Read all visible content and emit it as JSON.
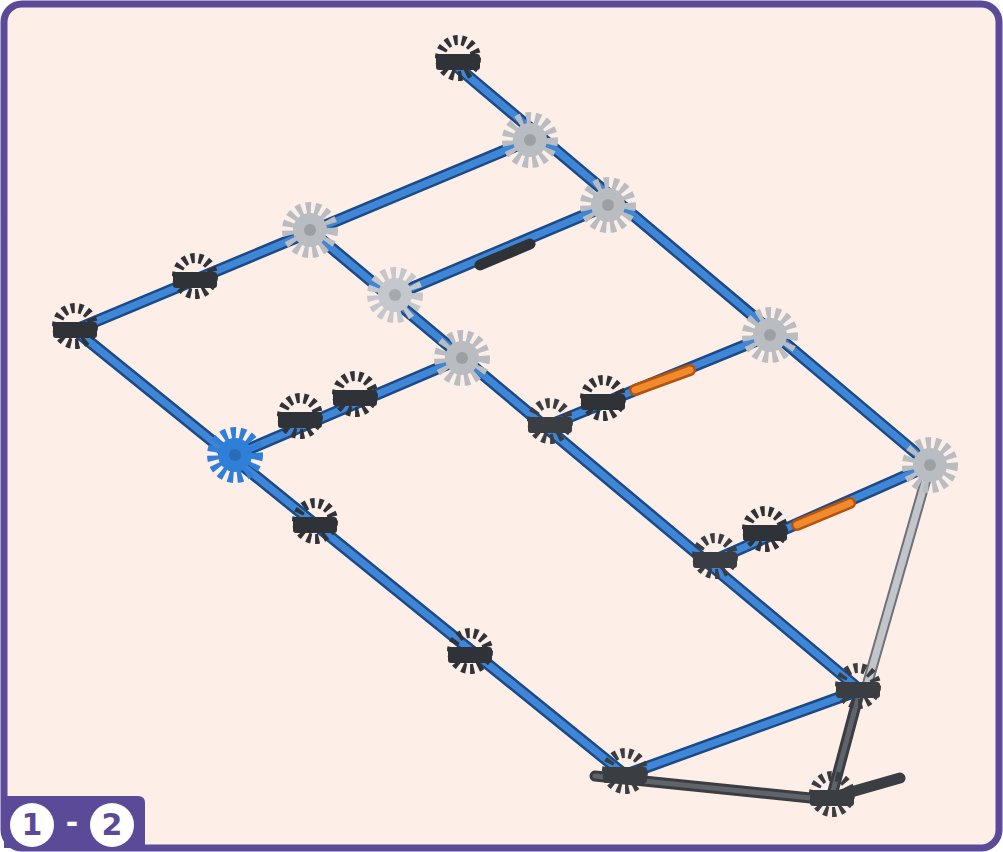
{
  "diagram": {
    "labels": [
      "1",
      "-",
      "2"
    ]
  }
}
